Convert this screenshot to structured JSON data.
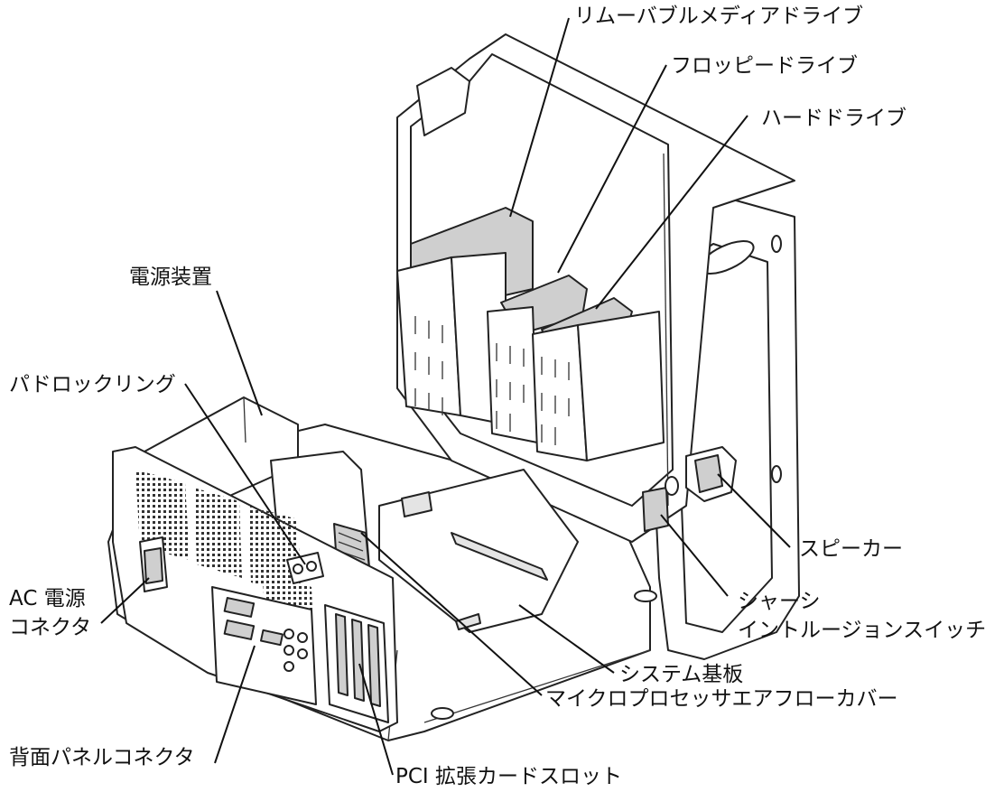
{
  "labels": {
    "removable_media_drive": "リムーバブルメディアドライブ",
    "floppy_drive": "フロッピードライブ",
    "hard_drive": "ハードドライブ",
    "power_supply": "電源装置",
    "padlock_ring": "パドロックリング",
    "ac_power_connector_line1": "AC 電源",
    "ac_power_connector_line2": "コネクタ",
    "speaker": "スピーカー",
    "chassis_intrusion_switch_line1": "シャーシ",
    "chassis_intrusion_switch_line2": "イントルージョンスイッチ",
    "system_board": "システム基板",
    "microprocessor_airflow_cover": "マイクロプロセッサエアフローカバー",
    "back_panel_connectors": "背面パネルコネクタ",
    "pci_expansion_card_slots": "PCI 拡張カードスロット"
  }
}
